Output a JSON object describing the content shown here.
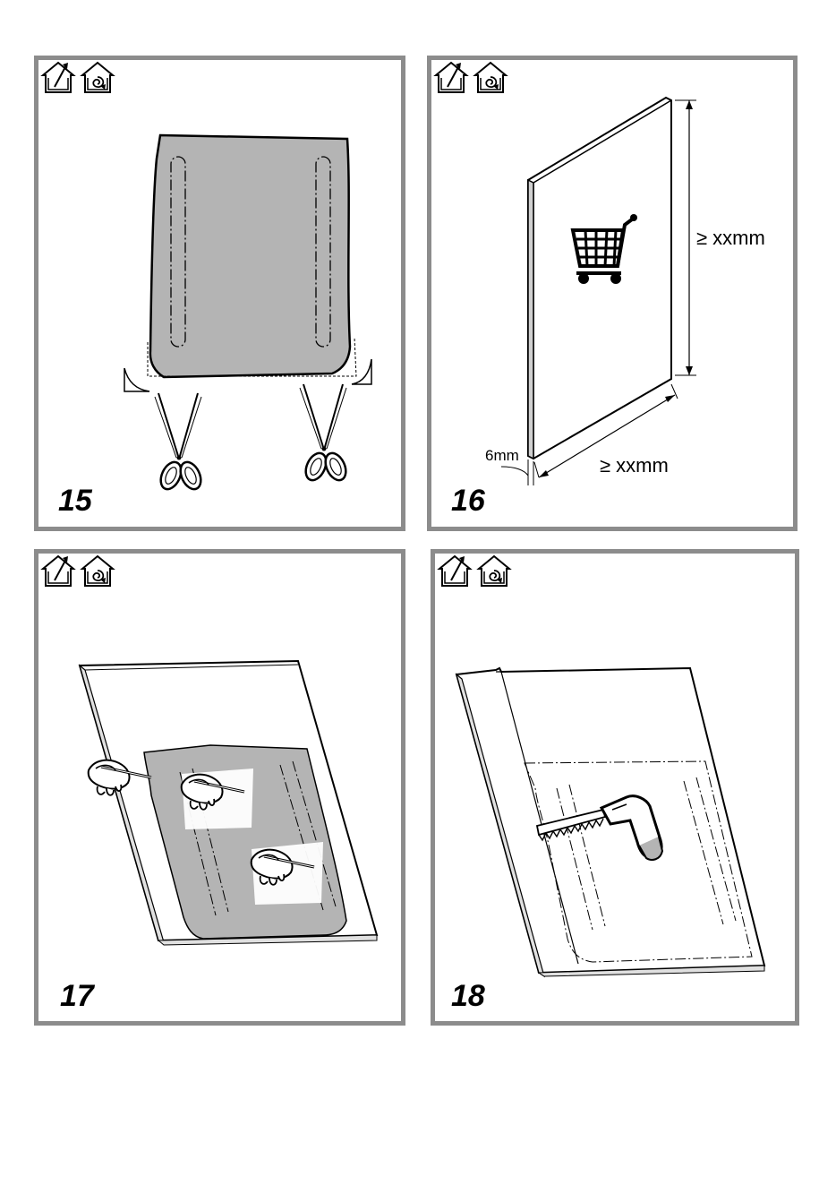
{
  "panels": [
    {
      "step": "15",
      "icons": [
        "ducted-extraction-icon",
        "recirculation-icon"
      ]
    },
    {
      "step": "16",
      "icons": [
        "ducted-extraction-icon",
        "recirculation-icon"
      ],
      "labels": {
        "height": "≥ xxmm",
        "width": "≥ xxmm",
        "thickness": "6mm"
      },
      "product_icon": "shopping-cart-icon"
    },
    {
      "step": "17",
      "icons": [
        "ducted-extraction-icon",
        "recirculation-icon"
      ]
    },
    {
      "step": "18",
      "icons": [
        "ducted-extraction-icon",
        "recirculation-icon"
      ]
    }
  ],
  "colors": {
    "frame": "#8c8c8c",
    "template_fill": "#b4b4b4",
    "ink": "#000000"
  }
}
